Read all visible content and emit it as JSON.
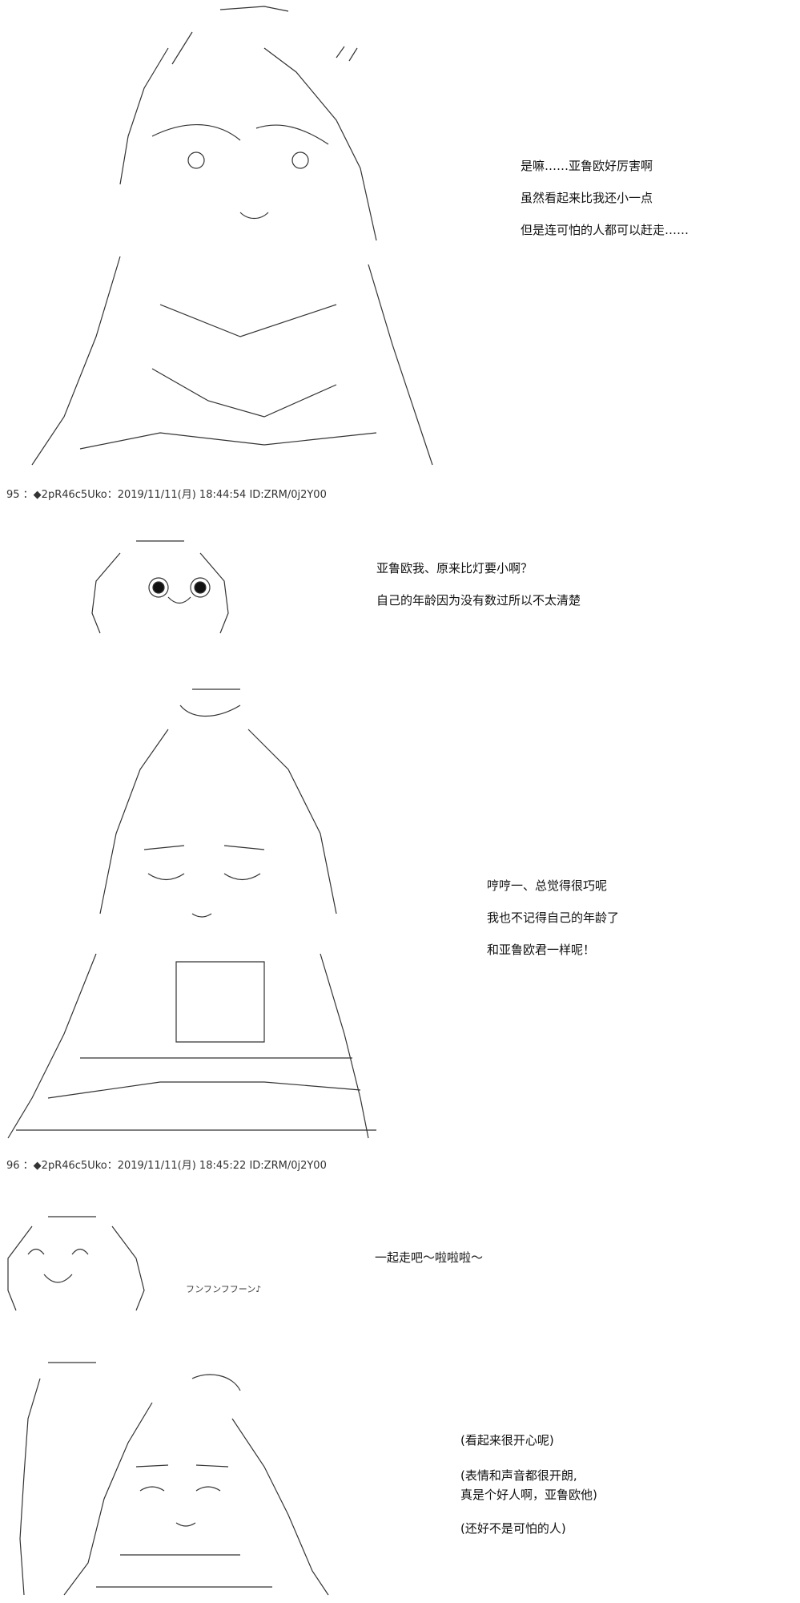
{
  "panels": [
    {
      "dialogue": [
        "是嘛……亚鲁欧好厉害啊",
        "虽然看起来比我还小一点",
        "但是连可怕的人都可以赶走……"
      ],
      "post_header": "95 ：◆2pR46c5Uko：2019/11/11(月) 18:44:54 ID:ZRM/0j2Y00"
    },
    {
      "dialogue": [
        "亚鲁欧我、原来比灯要小啊？",
        "自己的年龄因为没有数过所以不太清楚"
      ]
    },
    {
      "dialogue": [
        "哼哼一、总觉得很巧呢",
        "我也不记得自己的年龄了",
        "和亚鲁欧君一样呢！"
      ],
      "post_header": "96 ：◆2pR46c5Uko：2019/11/11(月) 18:45:22 ID:ZRM/0j2Y00"
    },
    {
      "dialogue": [
        "一起走吧～啦啦啦～"
      ],
      "sfx": "フンフンフフーン♪"
    },
    {
      "dialogue": [
        "(看起来很开心呢)",
        "(表情和声音都很开朗,",
        "真是个好人啊，亚鲁欧他)",
        "(还好不是可怕的人)"
      ]
    }
  ]
}
